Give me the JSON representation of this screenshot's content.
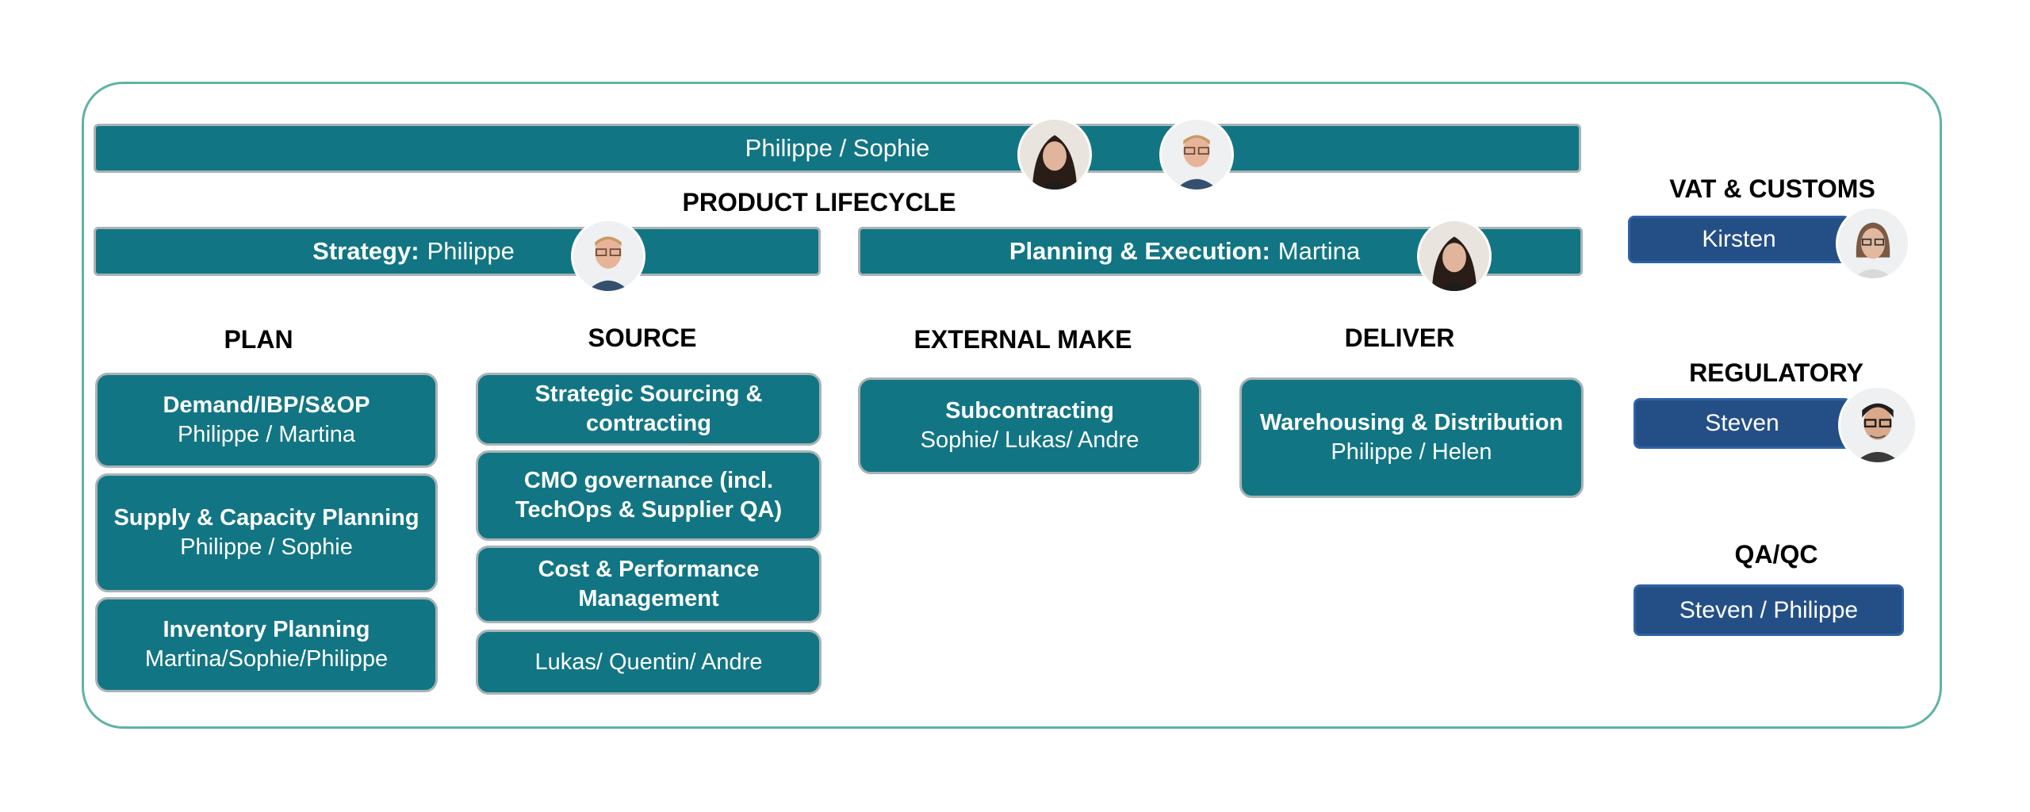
{
  "colors": {
    "teal": "#127583",
    "navy": "#244f86",
    "frame": "#5fb3a6",
    "box_border": "#a9b3b6"
  },
  "top_bar": {
    "label": "Philippe / Sophie"
  },
  "product_lifecycle": {
    "heading": "PRODUCT LIFECYCLE",
    "strategy": {
      "bold": "Strategy:",
      "name": "Philippe"
    },
    "planning": {
      "bold": "Planning & Execution:",
      "name": "Martina"
    }
  },
  "columns": [
    {
      "heading": "PLAN",
      "boxes": [
        {
          "title": "Demand/IBP/S&OP",
          "owners": "Philippe / Martina"
        },
        {
          "title": "Supply & Capacity Planning",
          "owners": "Philippe / Sophie"
        },
        {
          "title": "Inventory Planning",
          "owners": "Martina/Sophie/Philippe"
        }
      ]
    },
    {
      "heading": "SOURCE",
      "boxes": [
        {
          "title": "Strategic Sourcing & contracting",
          "owners": ""
        },
        {
          "title": "CMO governance (incl. TechOps & Supplier QA)",
          "owners": ""
        },
        {
          "title": "Cost & Performance Management",
          "owners": ""
        },
        {
          "title": "",
          "owners": "Lukas/ Quentin/ Andre"
        }
      ]
    },
    {
      "heading": "EXTERNAL MAKE",
      "boxes": [
        {
          "title": "Subcontracting",
          "owners": "Sophie/ Lukas/ Andre"
        }
      ]
    },
    {
      "heading": "DELIVER",
      "boxes": [
        {
          "title": "Warehousing & Distribution",
          "owners": "Philippe / Helen"
        }
      ]
    }
  ],
  "side": [
    {
      "heading": "VAT & CUSTOMS",
      "label": "Kirsten"
    },
    {
      "heading": "REGULATORY",
      "label": "Steven"
    },
    {
      "heading": "QA/QC",
      "label": "Steven / Philippe"
    }
  ],
  "icons": {
    "woman_dark_hair": "person-avatar-icon",
    "man_glasses_light": "person-avatar-icon",
    "woman_glasses": "person-avatar-icon",
    "man_glasses_dark": "person-avatar-icon"
  }
}
